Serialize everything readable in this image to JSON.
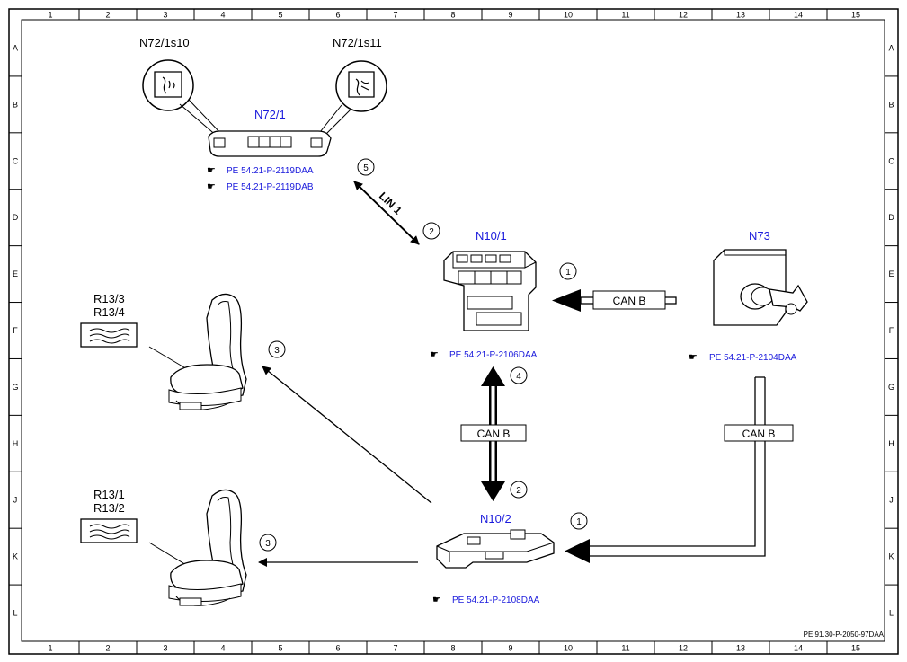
{
  "grid": {
    "columns": [
      "1",
      "2",
      "3",
      "4",
      "5",
      "6",
      "7",
      "8",
      "9",
      "10",
      "11",
      "12",
      "13",
      "14",
      "15"
    ],
    "rows": [
      "A",
      "B",
      "C",
      "D",
      "E",
      "F",
      "G",
      "H",
      "J",
      "K",
      "L"
    ]
  },
  "components": {
    "n72_1": {
      "label": "N72/1",
      "switch_left": "N72/1s10",
      "switch_right": "N72/1s11",
      "refs": [
        "PE 54.21-P-2119DAA",
        "PE 54.21-P-2119DAB"
      ]
    },
    "n10_1": {
      "label": "N10/1",
      "ref": "PE 54.21-P-2106DAA"
    },
    "n73": {
      "label": "N73",
      "ref": "PE 54.21-P-2104DAA"
    },
    "n10_2": {
      "label": "N10/2",
      "ref": "PE 54.21-P-2108DAA"
    },
    "seat_upper": {
      "label_a": "R13/3",
      "label_b": "R13/4"
    },
    "seat_lower": {
      "label_a": "R13/1",
      "label_b": "R13/2"
    }
  },
  "connections": {
    "lin": "LIN 1",
    "can_top": "CAN B",
    "can_vertical": "CAN B",
    "can_right": "CAN B"
  },
  "steps": {
    "n73_to_n10_1": "1",
    "n72_end": "5",
    "n10_1_lin_end": "2",
    "n10_1_can_end": "4",
    "n10_2_can_end": "2",
    "n10_2_right": "1",
    "upper_seat": "3",
    "lower_seat": "3"
  },
  "footer": {
    "doc_id": "PE 91.30-P-2050-97DAA"
  },
  "colors": {
    "label_blue": "#1a1adc",
    "line": "#000000"
  }
}
